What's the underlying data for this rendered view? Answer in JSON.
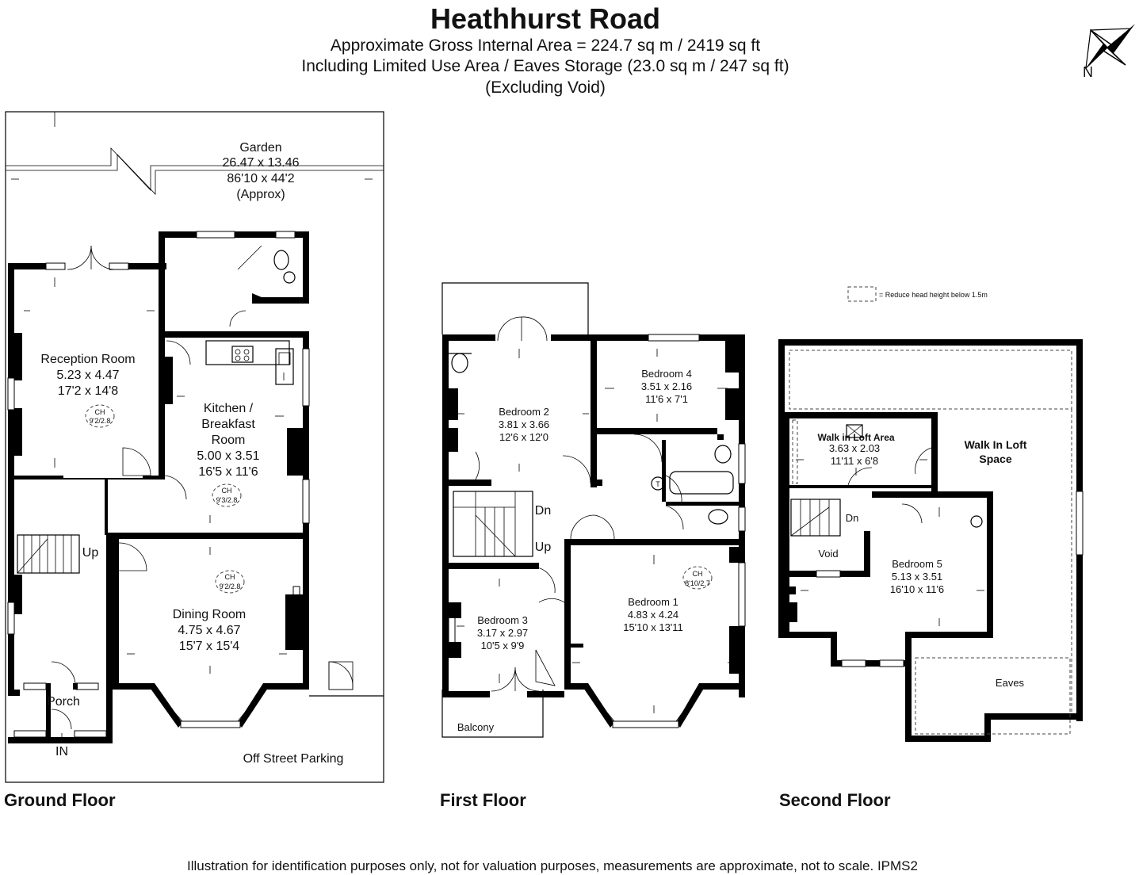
{
  "header": {
    "title": "Heathhurst Road",
    "area_line": "Approximate Gross Internal Area = 224.7 sq m / 2419 sq ft",
    "limited_line": "Including Limited Use Area / Eaves Storage (23.0 sq m / 247 sq ft)",
    "void_line": "(Excluding Void)"
  },
  "compass": {
    "label": "N"
  },
  "legend": {
    "text": "= Reduce head height below 1.5m"
  },
  "ground_floor": {
    "label": "Ground Floor",
    "garden": {
      "name": "Garden",
      "metric": "26.47 x 13.46",
      "imperial": "86'10 x 44'2",
      "note": "(Approx)"
    },
    "reception": {
      "name": "Reception Room",
      "metric": "5.23 x 4.47",
      "imperial": "17'2 x 14'8",
      "ch_label": "CH",
      "ch_value": "9'2/2.8"
    },
    "kitchen": {
      "name_line1": "Kitchen /",
      "name_line2": "Breakfast",
      "name_line3": "Room",
      "metric": "5.00 x 3.51",
      "imperial": "16'5 x 11'6",
      "ch_label": "CH",
      "ch_value": "9'3/2.8"
    },
    "dining": {
      "name": "Dining Room",
      "metric": "4.75 x 4.67",
      "imperial": "15'7 x 15'4",
      "ch_label": "CH",
      "ch_value": "9'2/2.8"
    },
    "up_label": "Up",
    "porch": "Porch",
    "entrance": "IN",
    "parking": "Off Street Parking"
  },
  "first_floor": {
    "label": "First Floor",
    "bedroom2": {
      "name": "Bedroom 2",
      "metric": "3.81 x 3.66",
      "imperial": "12'6 x 12'0"
    },
    "bedroom4": {
      "name": "Bedroom 4",
      "metric": "3.51 x 2.16",
      "imperial": "11'6 x 7'1"
    },
    "bedroom3": {
      "name": "Bedroom 3",
      "metric": "3.17 x 2.97",
      "imperial": "10'5 x 9'9"
    },
    "bedroom1": {
      "name": "Bedroom 1",
      "metric": "4.83 x 4.24",
      "imperial": "15'10 x 13'11",
      "ch_label": "CH",
      "ch_value": "8'10/2.7"
    },
    "dn_label": "Dn",
    "up_label": "Up",
    "balcony": "Balcony"
  },
  "second_floor": {
    "label": "Second Floor",
    "walk_in_area": {
      "name": "Walk in Loft Area",
      "metric": "3.63 x 2.03",
      "imperial": "11'11 x 6'8"
    },
    "walk_in_space": {
      "line1": "Walk In Loft",
      "line2": "Space"
    },
    "bedroom5": {
      "name": "Bedroom 5",
      "metric": "5.13 x 3.51",
      "imperial": "16'10 x 11'6"
    },
    "dn_label": "Dn",
    "void": "Void",
    "eaves": "Eaves"
  },
  "footer": {
    "disclaimer": "Illustration for identification purposes only, not for valuation purposes, measurements are approximate, not to scale. IPMS2"
  }
}
